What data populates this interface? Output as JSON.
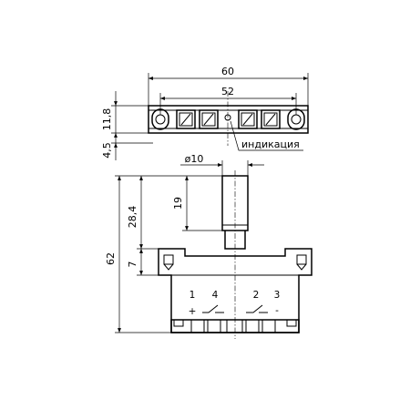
{
  "dimensions": {
    "overall_width": "60",
    "mount_spacing": "52",
    "height_top": "11,8",
    "height_bottom": "4,5",
    "shaft_diameter": "ø10",
    "shaft_length": "19",
    "shaft_to_base": "28,4",
    "total_height": "62",
    "flange": "7"
  },
  "labels": {
    "indication": "индикация"
  },
  "pins": {
    "p1": "1",
    "p4": "4",
    "p2": "2",
    "p3": "3",
    "plus": "+",
    "minus": "-"
  }
}
